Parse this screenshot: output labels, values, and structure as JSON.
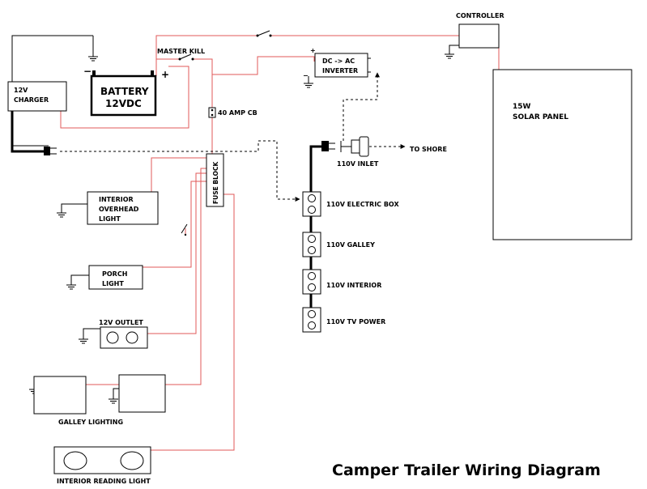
{
  "title": "Camper Trailer Wiring Diagram",
  "components": {
    "controller": "CONTROLLER",
    "solar_panel": [
      "15W",
      "SOLAR PANEL"
    ],
    "charger": [
      "12V",
      "CHARGER"
    ],
    "battery": [
      "BATTERY",
      "12VDC"
    ],
    "battery_neg": "−",
    "battery_pos": "+",
    "master_kill": "MASTER KILL",
    "inverter": [
      "DC -> AC",
      "INVERTER"
    ],
    "inverter_pos": "+",
    "inverter_neg": "−",
    "circuit_breaker": "40 AMP CB",
    "fuse_block": "FUSE BLOCK",
    "inlet": "110V INLET",
    "to_shore": "TO SHORE",
    "electric_box": "110V ELECTRIC BOX",
    "galley_outlet": "110V GALLEY",
    "interior_outlet": "110V INTERIOR",
    "tv_outlet": "110V TV POWER",
    "overhead_light": [
      "INTERIOR",
      "OVERHEAD",
      "LIGHT"
    ],
    "porch_light": [
      "PORCH",
      "LIGHT"
    ],
    "outlet_12v": "12V OUTLET",
    "galley_lighting": "GALLEY LIGHTING",
    "reading_light": "INTERIOR READING LIGHT"
  }
}
